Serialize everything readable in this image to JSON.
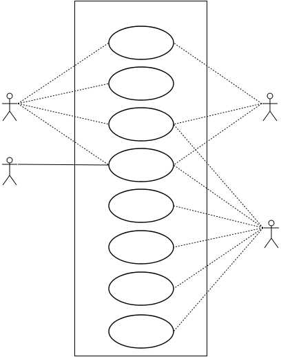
{
  "diagram": {
    "type": "use-case-diagram",
    "stroke_color": "#000000",
    "background": "#ffffff",
    "system_boundary": {
      "label": ""
    },
    "actors": [
      {
        "id": "A1",
        "label": ""
      },
      {
        "id": "A2",
        "label": ""
      },
      {
        "id": "A3",
        "label": ""
      },
      {
        "id": "A4",
        "label": ""
      }
    ],
    "use_cases": [
      {
        "id": "U1",
        "label": ""
      },
      {
        "id": "U2",
        "label": ""
      },
      {
        "id": "U3",
        "label": ""
      },
      {
        "id": "U4",
        "label": ""
      },
      {
        "id": "U5",
        "label": ""
      },
      {
        "id": "U6",
        "label": ""
      },
      {
        "id": "U7",
        "label": ""
      },
      {
        "id": "U8",
        "label": ""
      }
    ],
    "associations": [
      {
        "from": "A1",
        "to": "U1"
      },
      {
        "from": "A1",
        "to": "U2"
      },
      {
        "from": "A1",
        "to": "U3"
      },
      {
        "from": "A1",
        "to": "U4"
      },
      {
        "from": "A2",
        "to": "U4"
      },
      {
        "from": "A3",
        "to": "U1"
      },
      {
        "from": "A3",
        "to": "U3"
      },
      {
        "from": "A3",
        "to": "U4"
      },
      {
        "from": "A4",
        "to": "U3"
      },
      {
        "from": "A4",
        "to": "U4"
      },
      {
        "from": "A4",
        "to": "U5"
      },
      {
        "from": "A4",
        "to": "U6"
      },
      {
        "from": "A4",
        "to": "U7"
      },
      {
        "from": "A4",
        "to": "U8"
      }
    ]
  }
}
